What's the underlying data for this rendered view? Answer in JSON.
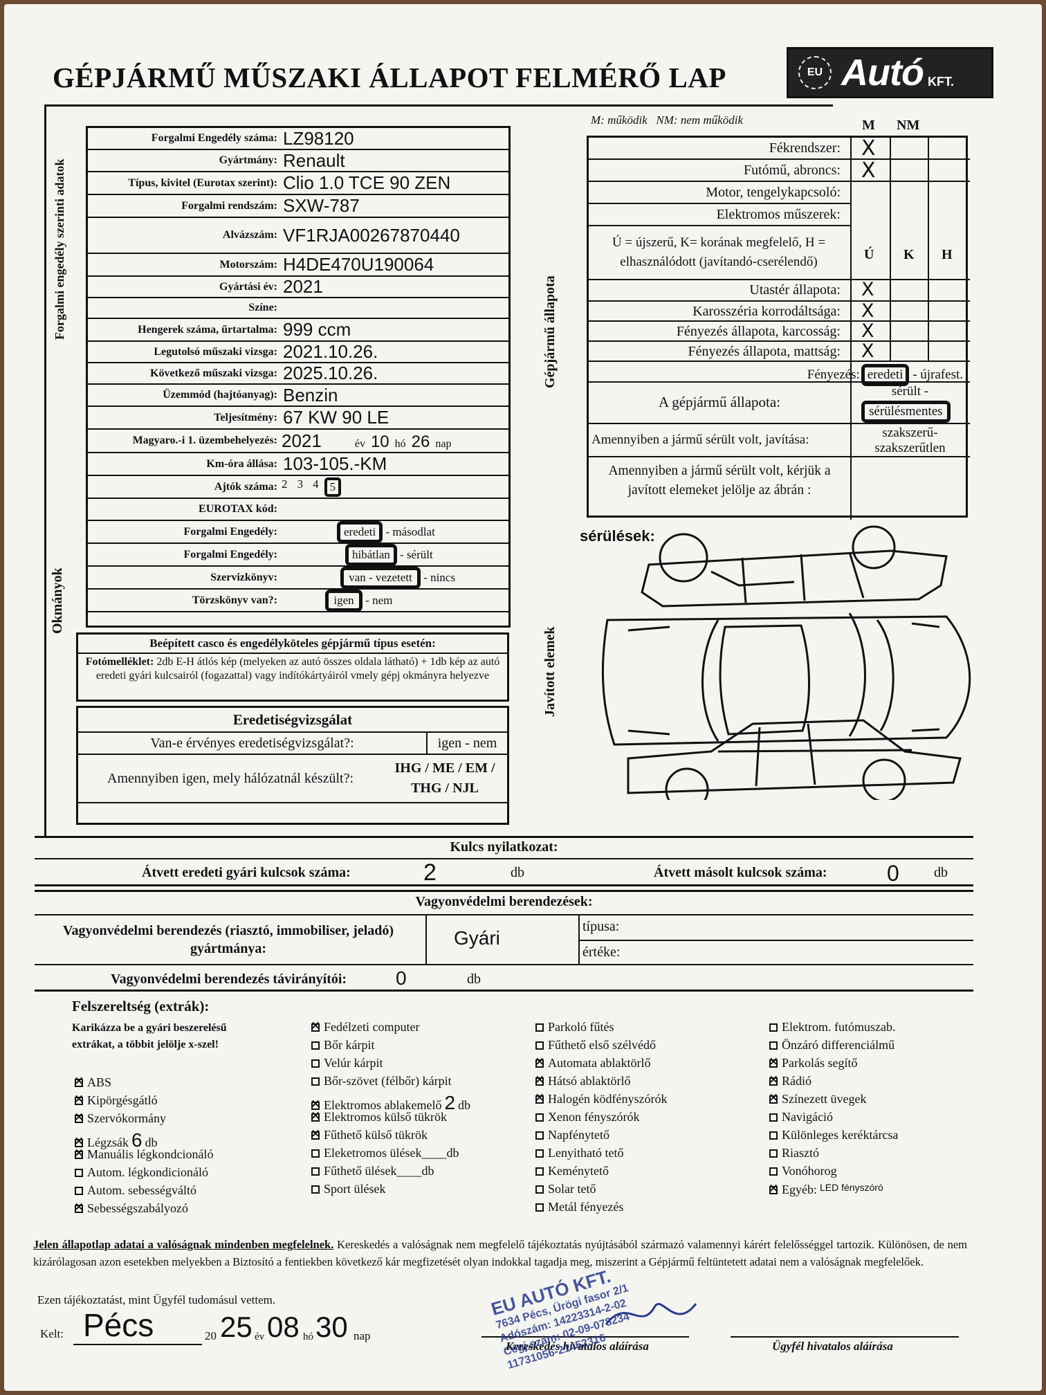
{
  "title": "GÉPJÁRMŰ MŰSZAKI ÁLLAPOT FELMÉRŐ LAP",
  "logo": {
    "eu": "EU",
    "auto": "Autó",
    "kft": "KFT."
  },
  "left_side_labels": {
    "top": "Forgalmi engedély szerinti adatok",
    "bottom": "Okmányok"
  },
  "vehicle": [
    {
      "label": "Forgalmi Engedély száma:",
      "value": "LZ98120"
    },
    {
      "label": "Gyártmány:",
      "value": "Renault"
    },
    {
      "label": "Típus, kivitel (Eurotax szerint):",
      "value": "Clio  1.0 TCE 90 ZEN"
    },
    {
      "label": "Forgalmi rendszám:",
      "value": "SXW-787"
    },
    {
      "label": "Alvázszám:",
      "value": "VF1RJA00267870440"
    },
    {
      "label": "Motorszám:",
      "value": "H4DE470U190064"
    },
    {
      "label": "Gyártási év:",
      "value": "2021"
    },
    {
      "label": "Színe:",
      "value": ""
    },
    {
      "label": "Hengerek száma, űrtartalma:",
      "value": "999 ccm"
    },
    {
      "label": "Legutolsó műszaki vizsga:",
      "value": "2021.10.26."
    },
    {
      "label": "Következő műszaki vizsga:",
      "value": "2025.10.26."
    },
    {
      "label": "Üzemmód (hajtóanyag):",
      "value": "Benzin"
    },
    {
      "label": "Teljesítmény:",
      "value": "67 KW 90 LE"
    }
  ],
  "first_reg": {
    "label": "Magyaro.-i 1. üzembehelyezés:",
    "year": "2021",
    "ev": "év",
    "month": "10",
    "ho": "hó",
    "day": "26",
    "nap": "nap"
  },
  "km": {
    "label": "Km-óra állása:",
    "value": "103-105.-KM"
  },
  "doors": {
    "label": "Ajtók száma:",
    "options": [
      "2",
      "3",
      "4",
      "5"
    ]
  },
  "eurotax": {
    "label": "EUROTAX kód:"
  },
  "documents": [
    {
      "label": "Forgalmi Engedély:",
      "opt1": "eredeti",
      "sep": " - ",
      "opt2": "másodlat"
    },
    {
      "label": "Forgalmi Engedély:",
      "opt1": "hibátlan",
      "sep": " - ",
      "opt2": "sérült"
    },
    {
      "label": "Szervizkönyv:",
      "opt1": "van - vezetett",
      "sep": " - ",
      "opt2": "nincs"
    },
    {
      "label": "Törzskönyv van?:",
      "opt1": "igen",
      "sep": " - ",
      "opt2": "nem"
    }
  ],
  "casco": {
    "title": "Beépített casco és engedélyköteles gépjármű típus esetén:",
    "text_bold": "Fotómelléklet:",
    "text": " 2db E-H átlós kép (melyeken az autó összes oldala látható) + 1db kép az autó eredeti gyári kulcsairól (fogazattal) vagy indítókártyáiról vmely gépj okmányra helyezve"
  },
  "origin": {
    "title": "Eredetiségvizsgálat",
    "q1": "Van-e érvényes eredetiségvizsgálat?:",
    "a1": "igen - nem",
    "q2": "Amennyiben igen, mely hálózatnál készült?:",
    "a2a": "IHG / ME / EM /",
    "a2b": "THG / NJL"
  },
  "legend": "M: működik   NM: nem működik",
  "col_m": "M",
  "col_nm": "NM",
  "right_side_labels": {
    "top": "Gépjármű állapota",
    "bottom": "Javított elemek"
  },
  "condition_top": [
    {
      "label": "Fékrendszer:",
      "mark": "X"
    },
    {
      "label": "Futómű, abroncs:",
      "mark": "X"
    },
    {
      "label": "Motor, tengelykapcsoló:",
      "mark": ""
    },
    {
      "label": "Elektromos műszerek:",
      "mark": ""
    }
  ],
  "scale": {
    "text": "Ú = újszerű, K= korának megfelelő, H = elhasználódott (javítandó-cserélendő)",
    "u": "Ú",
    "k": "K",
    "h": "H"
  },
  "condition_bottom": [
    {
      "label": "Utastér állapota:",
      "mark": "X"
    },
    {
      "label": "Karosszéria korrodáltsága:",
      "mark": "X"
    },
    {
      "label": "Fényezés állapota, karcosság:",
      "mark": "X"
    },
    {
      "label": "Fényezés állapota, mattság:",
      "mark": "X"
    }
  ],
  "paint": {
    "label": "Fényezés:",
    "opt1": "eredeti",
    "sep": " - ",
    "opt2": "újrafest."
  },
  "state": {
    "label": "A gépjármű állapota:",
    "opt1": "sérült -",
    "opt2": "sérülésmentes"
  },
  "repair": {
    "label": "Amennyiben a jármű sérült volt, javítása:",
    "opt1": "szakszerű-",
    "opt2": "szakszerűtlen"
  },
  "mark_elements": {
    "label": "Amennyiben a jármű sérült volt, kérjük a javított elemeket jelölje az ábrán :"
  },
  "damage_label": "sérülések:",
  "keys": {
    "title": "Kulcs nyilatkozat:",
    "orig_label": "Átvett eredeti gyári kulcsok száma:",
    "orig_value": "2",
    "db": "db",
    "copy_label": "Átvett másolt kulcsok száma:",
    "copy_value": "0"
  },
  "security": {
    "title": "Vagyonvédelmi berendezések:",
    "maker_label": "Vagyonvédelmi berendezés (riasztó, immobiliser, jeladó) gyártmánya:",
    "maker_value": "Gyári",
    "type_label": "típusa:",
    "value_label": "értéke:",
    "remote_label": "Vagyonvédelmi berendezés távirányítói:",
    "remote_value": "0",
    "db": "db"
  },
  "extras": {
    "title": "Felszereltség (extrák):",
    "instr": "Karikázza be a gyári beszerelésű extrákat, a többit jelölje x-szel!",
    "col1": [
      {
        "t": "ABS",
        "x": true
      },
      {
        "t": "Kipörgésgátló",
        "x": true
      },
      {
        "t": "Szervókormány",
        "x": true
      },
      {
        "t": "Légzsák",
        "x": true,
        "hand": "6",
        "suffix": "db"
      },
      {
        "t": "Manuális légkondcionáló",
        "x": true
      },
      {
        "t": "Autom. légkondicionáló",
        "x": false
      },
      {
        "t": "Autom. sebességváltó",
        "x": false
      },
      {
        "t": "Sebességszabályozó",
        "x": true
      }
    ],
    "col2": [
      {
        "t": "Fedélzeti computer",
        "x": true
      },
      {
        "t": "Bőr kárpit",
        "x": false
      },
      {
        "t": "Velúr kárpit",
        "x": false
      },
      {
        "t": "Bőr-szövet (félbőr) kárpit",
        "x": false
      },
      {
        "t": "Elektromos ablakemelő",
        "x": true,
        "hand": "2",
        "suffix": "db"
      },
      {
        "t": "Elektromos külső tükrök",
        "x": true
      },
      {
        "t": "Fűthető külső tükrök",
        "x": true
      },
      {
        "t": "Eleketromos ülések____db",
        "x": false
      },
      {
        "t": "Fűthető ülések____db",
        "x": false
      },
      {
        "t": "Sport ülések",
        "x": false
      }
    ],
    "col3": [
      {
        "t": "Parkoló fűtés",
        "x": false
      },
      {
        "t": "Fűthető első szélvédő",
        "x": false
      },
      {
        "t": "Automata ablaktörlő",
        "x": true
      },
      {
        "t": "Hátsó ablaktörlő",
        "x": true
      },
      {
        "t": "Halogén ködfényszórók",
        "x": true
      },
      {
        "t": "Xenon fényszórók",
        "x": false
      },
      {
        "t": "Napfénytető",
        "x": false
      },
      {
        "t": "Lenyitható tető",
        "x": false
      },
      {
        "t": "Keménytető",
        "x": false
      },
      {
        "t": "Solar tető",
        "x": false
      },
      {
        "t": "Metál fényezés",
        "x": false
      }
    ],
    "col4": [
      {
        "t": "Elektrom. futómuszab.",
        "x": false
      },
      {
        "t": "Önzáró differenciálmű",
        "x": false
      },
      {
        "t": "Parkolás segítő",
        "x": true
      },
      {
        "t": "Rádió",
        "x": true
      },
      {
        "t": "Színezett üvegek",
        "x": true
      },
      {
        "t": "Navigáció",
        "x": false
      },
      {
        "t": "Különleges keréktárcsa",
        "x": false
      },
      {
        "t": "Riasztó",
        "x": false
      },
      {
        "t": "Vonóhorog",
        "x": false
      },
      {
        "t": "Egyéb:",
        "x": true,
        "hand": "LED fényszóró"
      }
    ]
  },
  "declaration": {
    "underlined": "Jelen állapotlap adatai a valóságnak mindenben megfelelnek.",
    "text": " Kereskedés a valóságnak nem megfelelő tájékoztatás nyújtásából származó valamennyi kárért felelősséggel tartozik. Különösen, de nem kizárólagosan azon esetekben melyekben a Biztosító a fentiekben következő kár megfizetését olyan indokkal tagadja meg, miszerint a Gépjármű feltüntetett adatai nem a valóságnak megfelelőek.",
    "ack": "Ezen tájékoztatást, mint Ügyfél tudomásul vettem."
  },
  "date": {
    "kelt": "Kelt:",
    "city": "Pécs",
    "prefix": "20",
    "year": "25",
    "ev": "év",
    "month": "08",
    "ho": "hó",
    "day": "30",
    "nap": "nap"
  },
  "signatures": {
    "dealer": "Kereskedés hivatalos aláírása",
    "client": "Ügyfél hivatalos aláírása"
  },
  "stamp": {
    "l1": "EU AUTÓ KFT.",
    "l2": "7634 Pécs, Ürögi fasor 2/1",
    "l3": "Adószám: 14223314-2-02",
    "l4": "Cégj.szám: 02-09-078234",
    "l5": "11731056-21452316"
  },
  "colors": {
    "ink": "#111111",
    "stamp": "#2a3a8c",
    "paper": "#f4f4f1"
  }
}
